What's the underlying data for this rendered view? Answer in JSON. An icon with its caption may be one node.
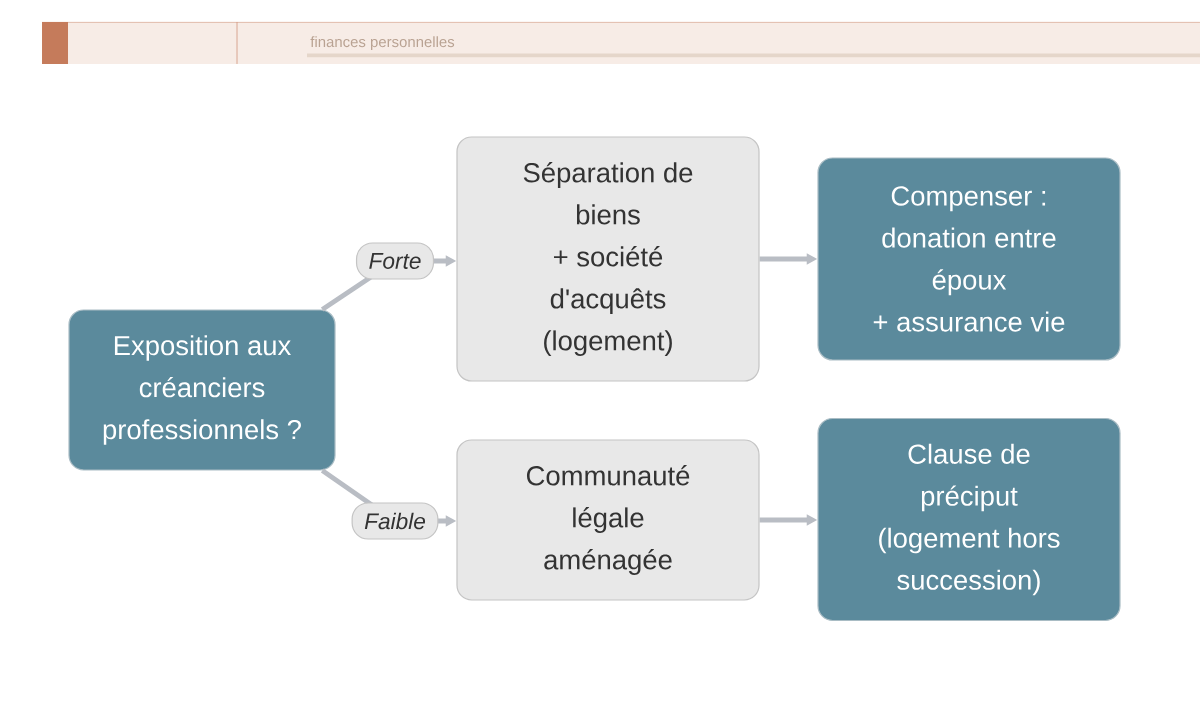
{
  "diagram": {
    "nodes": [
      {
        "text": [
          "Exposition aux créanciers professionnels ?"
        ]
      },
      {
        "text": [
          "Séparation de biens + société d'acquêts (logement)"
        ]
      },
      {
        "text": [
          "Compenser : donation entre époux + assurance vie"
        ]
      },
      {
        "text": [
          "Communauté légale aménagée"
        ]
      },
      {
        "text": [
          "Clause de préciput (logement hors succession)"
        ]
      }
    ],
    "edges": [
      {
        "from": 0,
        "to": 1,
        "arrow": "to",
        "label": "Forte"
      },
      {
        "from": 0,
        "to": 3,
        "arrow": "to",
        "label": "Faible"
      },
      {
        "from": 1,
        "to": 2,
        "arrow": "to"
      },
      {
        "from": 3,
        "to": 4,
        "arrow": "to"
      }
    ],
    "labels": [
      "finances personnelles"
    ]
  }
}
